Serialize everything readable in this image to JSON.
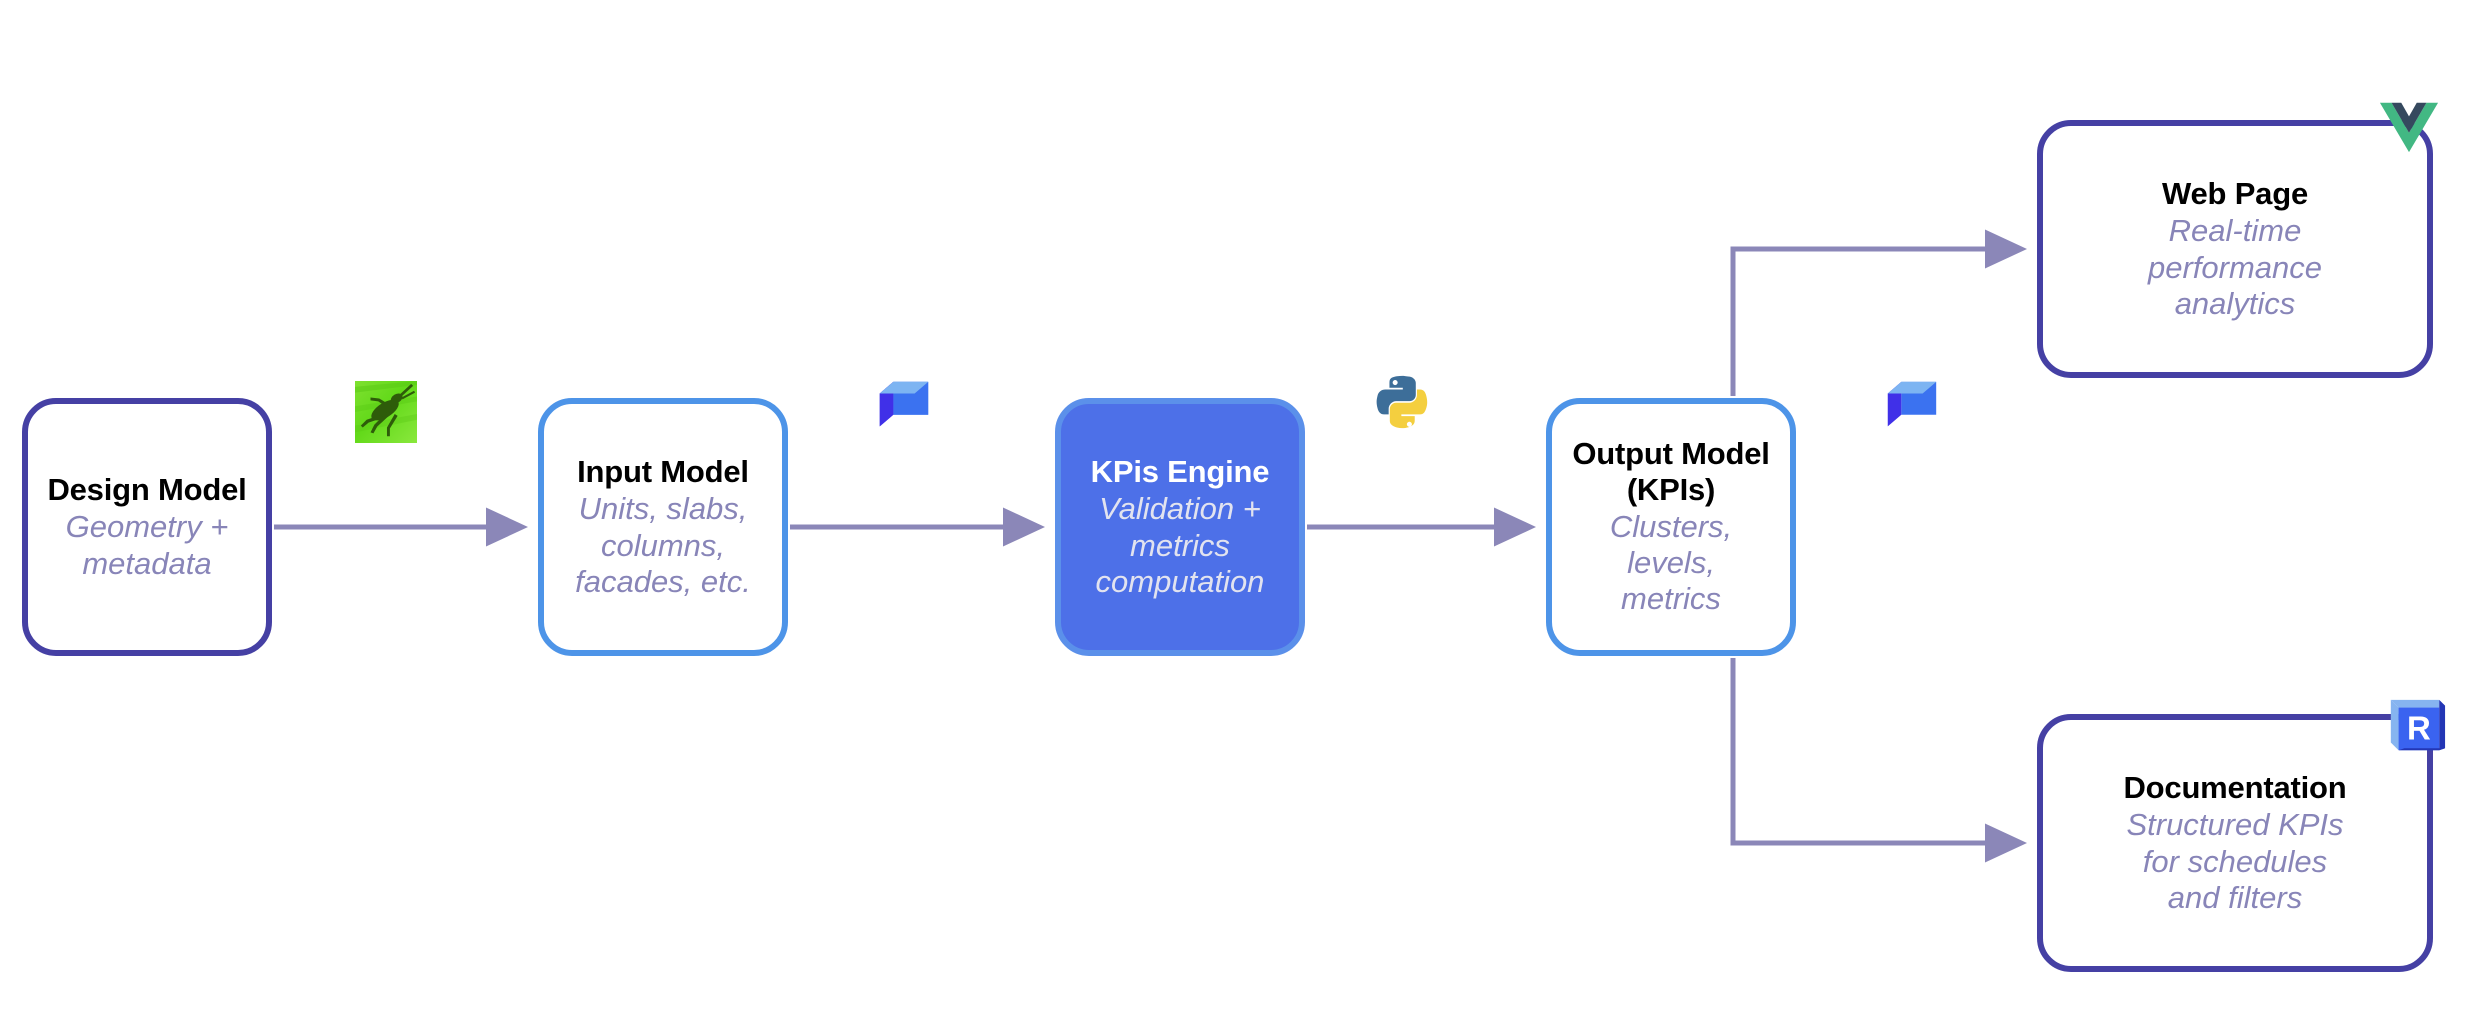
{
  "diagram": {
    "type": "flowchart",
    "background": "#ffffff",
    "palette": {
      "dark_outline": "#4540a4",
      "blue_outline": "#4d94e8",
      "engine_fill": "#4d70e8",
      "engine_border": "#5b90ea",
      "connector": "#8b87b8",
      "title_text": "#000000",
      "subtitle_text": "#8885b8",
      "engine_title_text": "#ffffff",
      "engine_subtitle_text": "#e2e3ef"
    },
    "nodes": [
      {
        "id": "design-model",
        "title": "Design Model",
        "subtitle": "Geometry +\nmetadata",
        "style": "dark-outline",
        "icon": "grasshopper-icon"
      },
      {
        "id": "input-model",
        "title": "Input Model",
        "subtitle": "Units, slabs,\ncolumns,\nfacades, etc.",
        "style": "blue-outline",
        "icon": "speckle-cube-icon"
      },
      {
        "id": "kpis-engine",
        "title": "KPis Engine",
        "subtitle": "Validation +\nmetrics\ncomputation",
        "style": "filled",
        "icon": "python-icon"
      },
      {
        "id": "output-model",
        "title": "Output Model\n(KPIs)",
        "subtitle": "Clusters, levels,\nmetrics",
        "style": "blue-outline",
        "icon": "speckle-cube-icon"
      },
      {
        "id": "web-page",
        "title": "Web Page",
        "subtitle": "Real-time\nperformance\nanalytics",
        "style": "dark-outline",
        "icon": "vue-icon"
      },
      {
        "id": "documentation",
        "title": "Documentation",
        "subtitle": "Structured KPIs\nfor schedules\nand filters",
        "style": "dark-outline",
        "icon": "revit-icon"
      }
    ],
    "edges": [
      {
        "from": "design-model",
        "to": "input-model",
        "style": "straight-arrow"
      },
      {
        "from": "input-model",
        "to": "kpis-engine",
        "style": "straight-arrow"
      },
      {
        "from": "kpis-engine",
        "to": "output-model",
        "style": "straight-arrow"
      },
      {
        "from": "output-model",
        "to": "web-page",
        "style": "elbow-up-arrow"
      },
      {
        "from": "output-model",
        "to": "documentation",
        "style": "elbow-down-arrow"
      }
    ],
    "icon_labels": {
      "grasshopper": "grasshopper-icon",
      "speckle": "speckle-cube-icon",
      "python": "python-icon",
      "vue": "vue-icon",
      "revit": "revit-icon",
      "revit_letter": "R"
    }
  }
}
